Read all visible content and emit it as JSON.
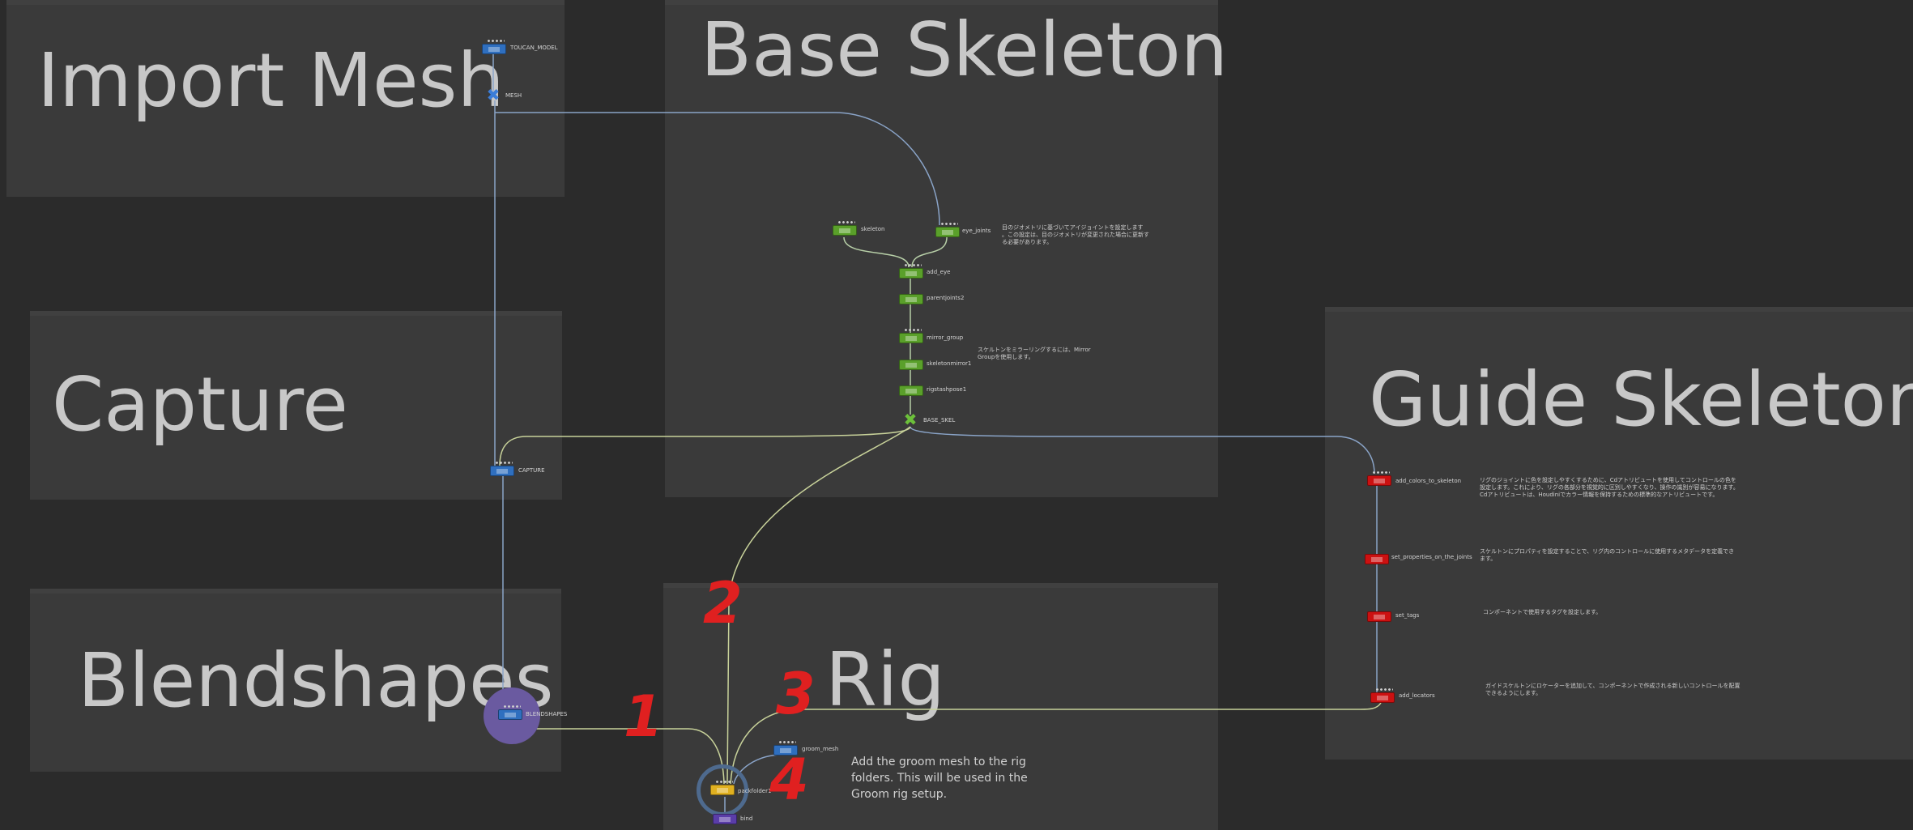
{
  "network_boxes": {
    "import_mesh": "Import Mesh",
    "base_skeleton": "Base Skeleton",
    "capture": "Capture",
    "guide_skeleton": "Guide Skeleton",
    "blendshapes": "Blendshapes",
    "rig": "Rig"
  },
  "nodes": {
    "toucan_model": "TOUCAN_MODEL",
    "mesh": "MESH",
    "skeleton": "skeleton",
    "eye_joints": "eye_joints",
    "add_eye": "add_eye",
    "parentjoints2": "parentjoints2",
    "mirror_group": "mirror_group",
    "skeletonmirror1": "skeletonmirror1",
    "rigstashpose1": "rigstashpose1",
    "base_skel": "BASE_SKEL",
    "capture": "CAPTURE",
    "blendshapes": "BLENDSHAPES",
    "add_colors_to_skeleton": "add_colors_to_skeleton",
    "set_properties_on_the_joints": "set_properties_on_the_joints",
    "set_tags": "set_tags",
    "add_locators": "add_locators",
    "groom_mesh": "groom_mesh",
    "packfolder1": "packfolder1",
    "bind": "bind"
  },
  "notes": {
    "eye_joints": "目のジオメトリに基づいてアイジョイントを設定します\n。この設定は、目のジオメトリが変更された場合に更新す\nる必要があります。",
    "mirror": "スケルトンをミラーリングするには、Mirror\nGroupを使用します。",
    "add_colors": "リグのジョイントに色を設定しやすくするために、Cdアトリビュートを使用してコントロールの色を\n設定します。これにより、リグの各部分を視覚的に区別しやすくなり、操作の識別が容易になります。\nCdアトリビュートは、Houdiniでカラー情報を保持するための標準的なアトリビュートです。",
    "set_properties": "スケルトンにプロパティを設定することで、リグ内のコントロールに使用するメタデータを定義でき\nます。",
    "set_tags": "コンポーネントで使用するタグを設定します。",
    "add_locators": "ガイドスケルトンにロケーターを追加して、コンポーネントで作成される新しいコントロールを配置\nできるようにします。",
    "groom": "Add the groom mesh to the rig\nfolders. This will be used in the\nGroom rig setup."
  },
  "annotations": [
    "1",
    "2",
    "3",
    "4"
  ],
  "colors": {
    "background": "#2b2b2b",
    "network_box": "#3a3a3a",
    "sop_green": "#5aa02a",
    "sop_blue": "#2f6fbf",
    "sop_red": "#cc1111",
    "annotation_red": "#e02020"
  }
}
